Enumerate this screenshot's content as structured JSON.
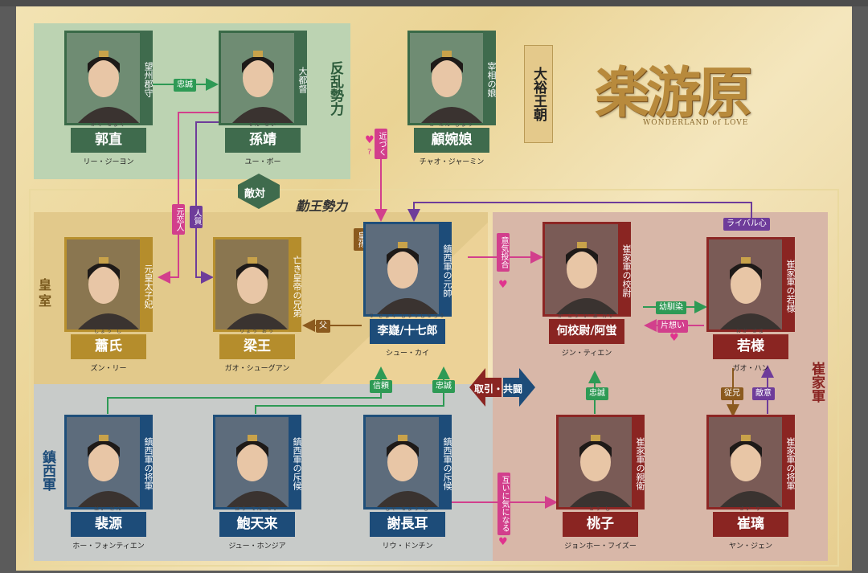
{
  "title": "楽游原",
  "subtitle": "WONDERLAND of LOVE",
  "dynasty": "大裕王朝",
  "factions": {
    "rebel": "反乱勢力",
    "loyal": "勤王勢力",
    "imperial": "皇室",
    "zhenxi": "鎮西軍",
    "cui": "崔家軍"
  },
  "relations": {
    "hostile": "敵対",
    "alliance": "取引・共闘",
    "loyalty1": "忠誠",
    "former_lover": "元恋人",
    "hostage": "人質",
    "approach": "近づく",
    "q": "?",
    "prince_grandson": "皇孫",
    "father": "父",
    "kindred": "意気投合",
    "rival": "ライバル心",
    "childhood": "幼馴染",
    "unrequited": "片想い",
    "trust": "信頼",
    "loyalty2": "忠誠",
    "loyalty3": "忠誠",
    "mutual": "互いに気になる",
    "brother": "従兄",
    "enmity": "敵意"
  },
  "characters": [
    {
      "id": "guozhi",
      "name": "郭直",
      "ruby": "かく ちょく",
      "reading": "リー・ジーヨン",
      "role": "望州郡守",
      "color": "green"
    },
    {
      "id": "sunjing",
      "name": "孫靖",
      "ruby": "そん せい",
      "reading": "ユー・ボー",
      "role": "大都督",
      "color": "green"
    },
    {
      "id": "guwanniang",
      "name": "顧婉娘",
      "ruby": "こ えん じょう",
      "reading": "チャオ・ジャーミン",
      "role": "宰相の娘",
      "color": "green"
    },
    {
      "id": "xiaoshi",
      "name": "蕭氏",
      "ruby": "しょう し",
      "reading": "ズン・リー",
      "role": "元皇太子妃",
      "color": "gold"
    },
    {
      "id": "liangwang",
      "name": "梁王",
      "ruby": "りょう おう",
      "reading": "ガオ・シューグアン",
      "role": "亡き皇帝の兄弟",
      "color": "gold"
    },
    {
      "id": "liyi",
      "name": "李嶷/十七郎",
      "ruby": "り ぎょく じゅうしちろう",
      "reading": "シュー・カイ",
      "role": "鎮西軍の元帥",
      "color": "blue"
    },
    {
      "id": "he",
      "name": "何校尉/阿蛍",
      "ruby": "か こう い あ けい",
      "reading": "ジン・ティエン",
      "role": "崔家軍の校尉",
      "color": "red"
    },
    {
      "id": "ruoyang",
      "name": "若様",
      "ruby": "わか さま",
      "reading": "ガオ・ハン",
      "role": "崔家軍の若様",
      "color": "red"
    },
    {
      "id": "peiyuan",
      "name": "裴源",
      "ruby": "はい げん",
      "reading": "ホー・フォンティエン",
      "role": "鎮西軍の将軍",
      "color": "blue"
    },
    {
      "id": "baotianlai",
      "name": "鮑天来",
      "ruby": "ほう てん らい",
      "reading": "ジュー・ホンジア",
      "role": "鎮西軍の斥候",
      "color": "blue"
    },
    {
      "id": "xiechanger",
      "name": "謝長耳",
      "ruby": "しゃ ちょう じ",
      "reading": "リウ・ドンチン",
      "role": "鎮西軍の斥候",
      "color": "blue"
    },
    {
      "id": "taozi",
      "name": "桃子",
      "ruby": "とう し",
      "reading": "ジョンホー・フイズー",
      "role": "崔家軍の親衛",
      "color": "red"
    },
    {
      "id": "cuili",
      "name": "崔璃",
      "ruby": "さい り",
      "reading": "ヤン・ジェン",
      "role": "崔家軍の将軍",
      "color": "red"
    }
  ],
  "colors": {
    "green": "#3f6b4d",
    "gold": "#b58d2c",
    "blue": "#1d4c79",
    "red": "#8a2522",
    "pink": "#d23f8c",
    "purple": "#6e3c9a",
    "arrow_green": "#2e9a55"
  }
}
